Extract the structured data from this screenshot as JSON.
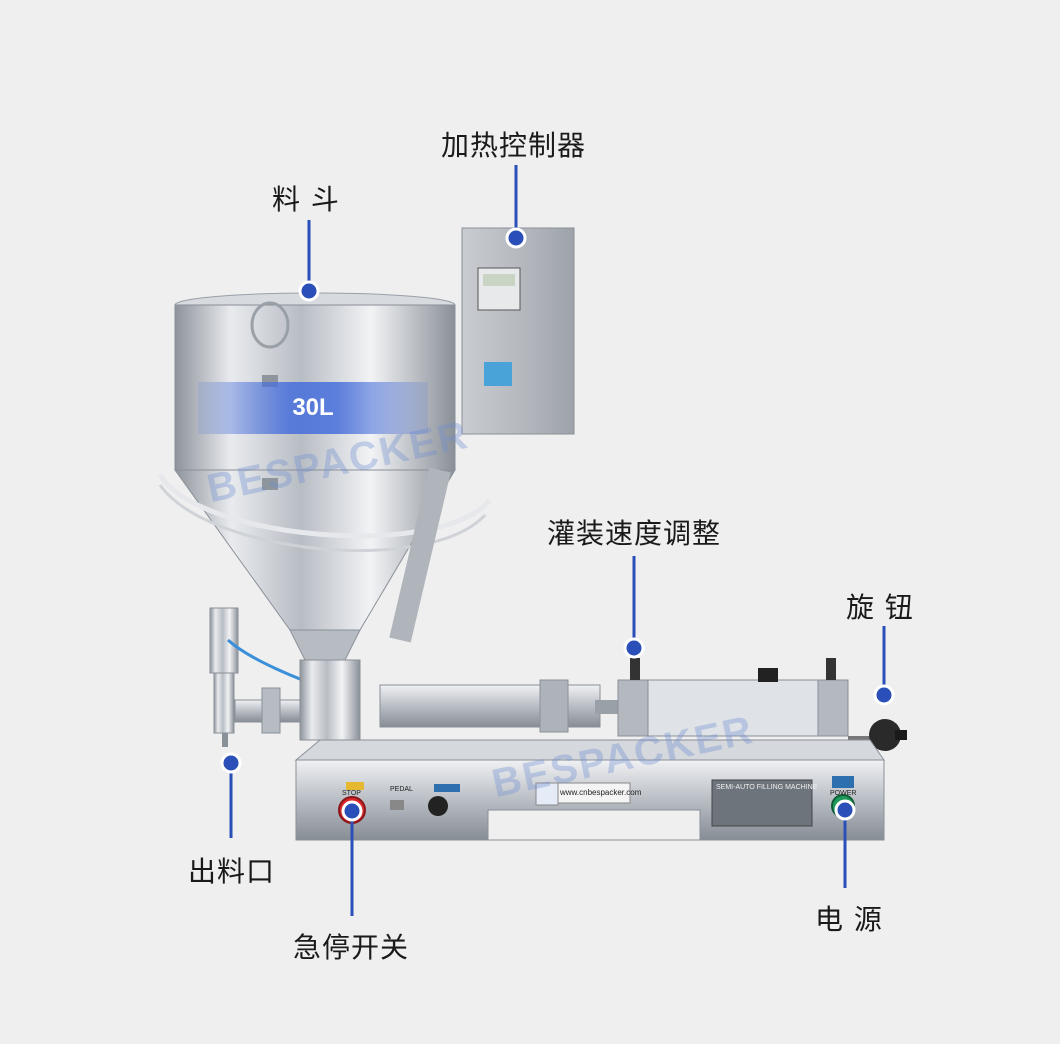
{
  "callouts": {
    "hopper": "料 斗",
    "heating_controller": "加热控制器",
    "filling_speed": "灌装速度调整",
    "knob": "旋 钮",
    "outlet": "出料口",
    "emergency_stop": "急停开关",
    "power": "电 源"
  },
  "hopper_capacity": "30L",
  "watermark": "BESPACKER",
  "panel": {
    "website": "www.cnbespacker.com",
    "stop_label": "STOP",
    "pedal_label": "PEDAL",
    "power_label": "POWER",
    "nameplate_title": "SEMI-AUTO FILLING MACHINE"
  },
  "colors": {
    "accent": "#2a4fb8",
    "background": "#efefef",
    "steel": "#c9ccd1",
    "stop_red": "#d8262b",
    "power_green": "#1d9a5a"
  }
}
